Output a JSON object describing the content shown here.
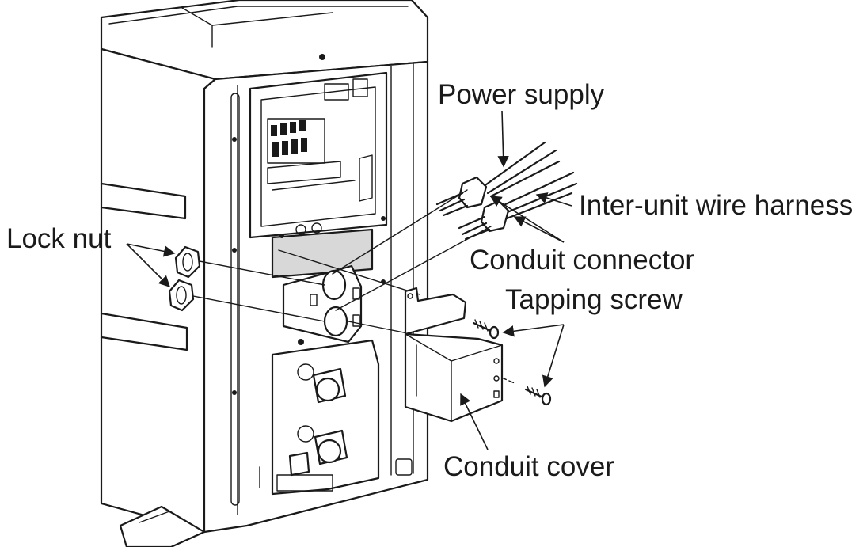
{
  "labels": {
    "power_supply": "Power supply",
    "inter_unit_wire_harness": "Inter-unit wire harness",
    "lock_nut": "Lock nut",
    "conduit_connector": "Conduit connector",
    "tapping_screw": "Tapping screw",
    "conduit_cover": "Conduit cover"
  }
}
